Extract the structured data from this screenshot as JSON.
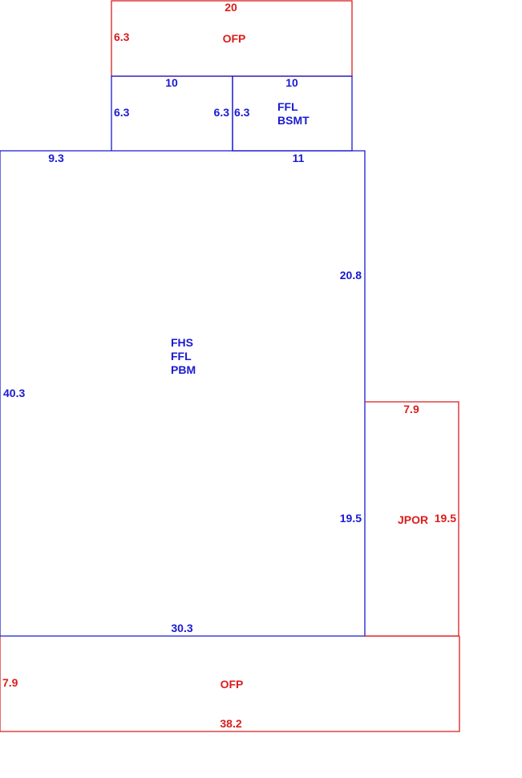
{
  "colors": {
    "living_area": "#1a1ad2",
    "exterior_area": "#dc1c1c",
    "background": "#ffffff"
  },
  "areas": {
    "main": {
      "codes": [
        "FHS",
        "FFL",
        "PBM"
      ],
      "dims": {
        "left": "40.3",
        "bottom": "30.3",
        "right_upper": "20.8",
        "right_lower": "19.5",
        "top_left": "9.3",
        "top_right": "11"
      }
    },
    "notch": {
      "dims": {
        "top": "10",
        "left": "6.3",
        "right": "6.3"
      }
    },
    "basement": {
      "codes": [
        "FFL",
        "BSMT"
      ],
      "dims": {
        "top": "10",
        "left": "6.3"
      }
    },
    "ofp_top": {
      "code": "OFP",
      "dims": {
        "top": "20",
        "left": "6.3"
      }
    },
    "jpor": {
      "code": "JPOR",
      "dims": {
        "top": "7.9",
        "right": "19.5"
      }
    },
    "ofp_bottom": {
      "code": "OFP",
      "dims": {
        "left": "7.9",
        "bottom": "38.2"
      }
    }
  }
}
